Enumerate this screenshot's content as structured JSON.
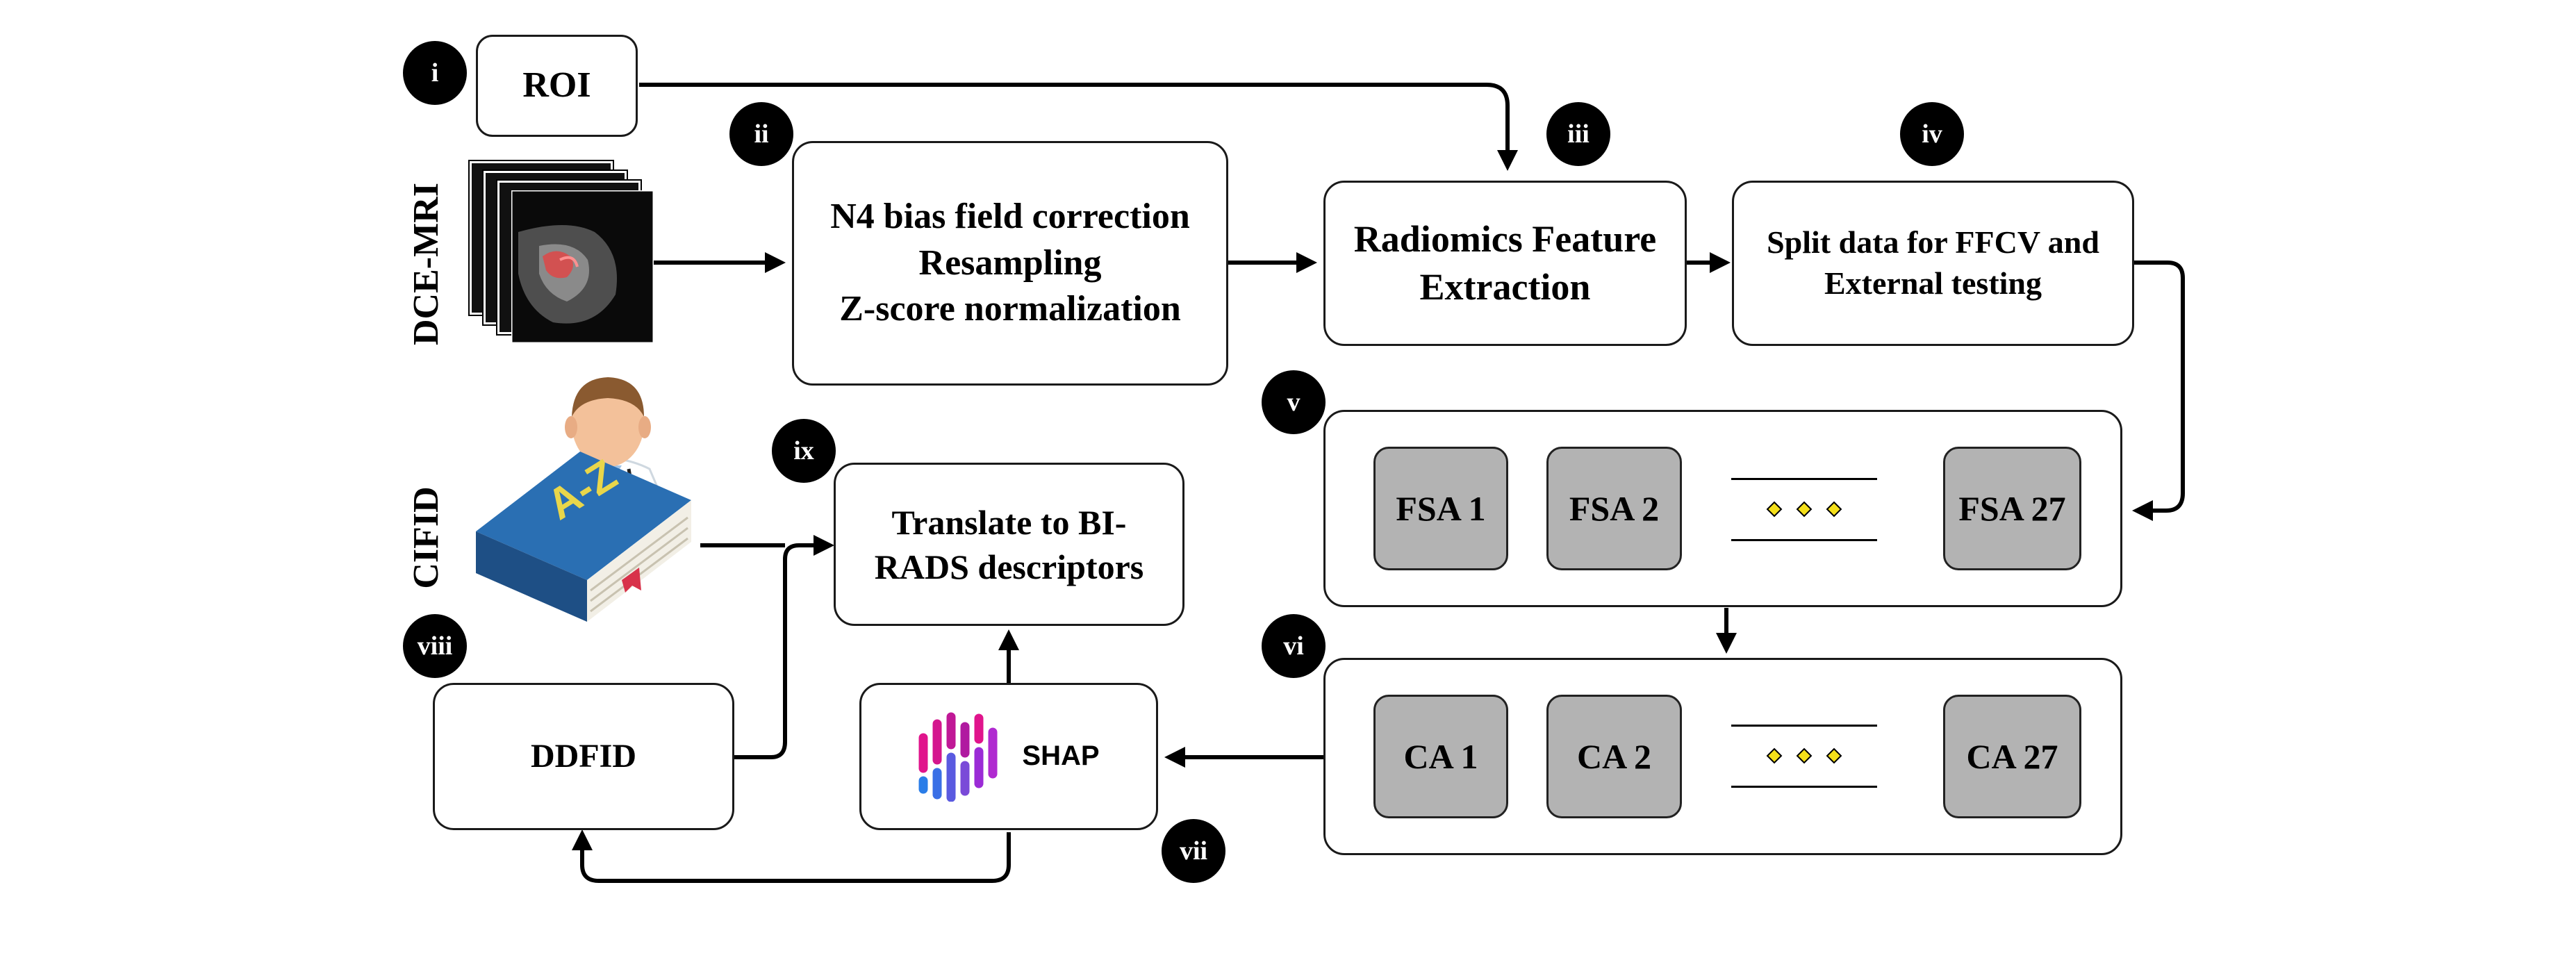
{
  "steps": {
    "i": "i",
    "ii": "ii",
    "iii": "iii",
    "iv": "iv",
    "v": "v",
    "vi": "vi",
    "vii": "vii",
    "viii": "viii",
    "ix": "ix"
  },
  "labels": {
    "dce_mri": "DCE-MRI",
    "cifid": "CIFID"
  },
  "boxes": {
    "roi": "ROI",
    "preprocess": [
      "N4 bias field correction",
      "Resampling",
      "Z-score normalization"
    ],
    "radiomics": [
      "Radiomics Feature",
      "Extraction"
    ],
    "split": [
      "Split data for FFCV and",
      "External testing"
    ],
    "translate": [
      "Translate to BI-",
      "RADS descriptors"
    ],
    "ddfid": "DDFID",
    "shap": "SHAP"
  },
  "fsa": {
    "items": [
      "FSA 1",
      "FSA 2",
      "FSA 27"
    ]
  },
  "ca": {
    "items": [
      "CA 1",
      "CA 2",
      "CA 27"
    ]
  },
  "book_text": "A-Z",
  "colors": {
    "step_circle": "#000000",
    "gray_box": "#b3b3b3",
    "ellipsis_diamond": "#f5e01a",
    "book": "#1e5a9a",
    "shap_bars": [
      "#e0148c",
      "#9b2bd6",
      "#2a7de8",
      "#c01896"
    ]
  }
}
